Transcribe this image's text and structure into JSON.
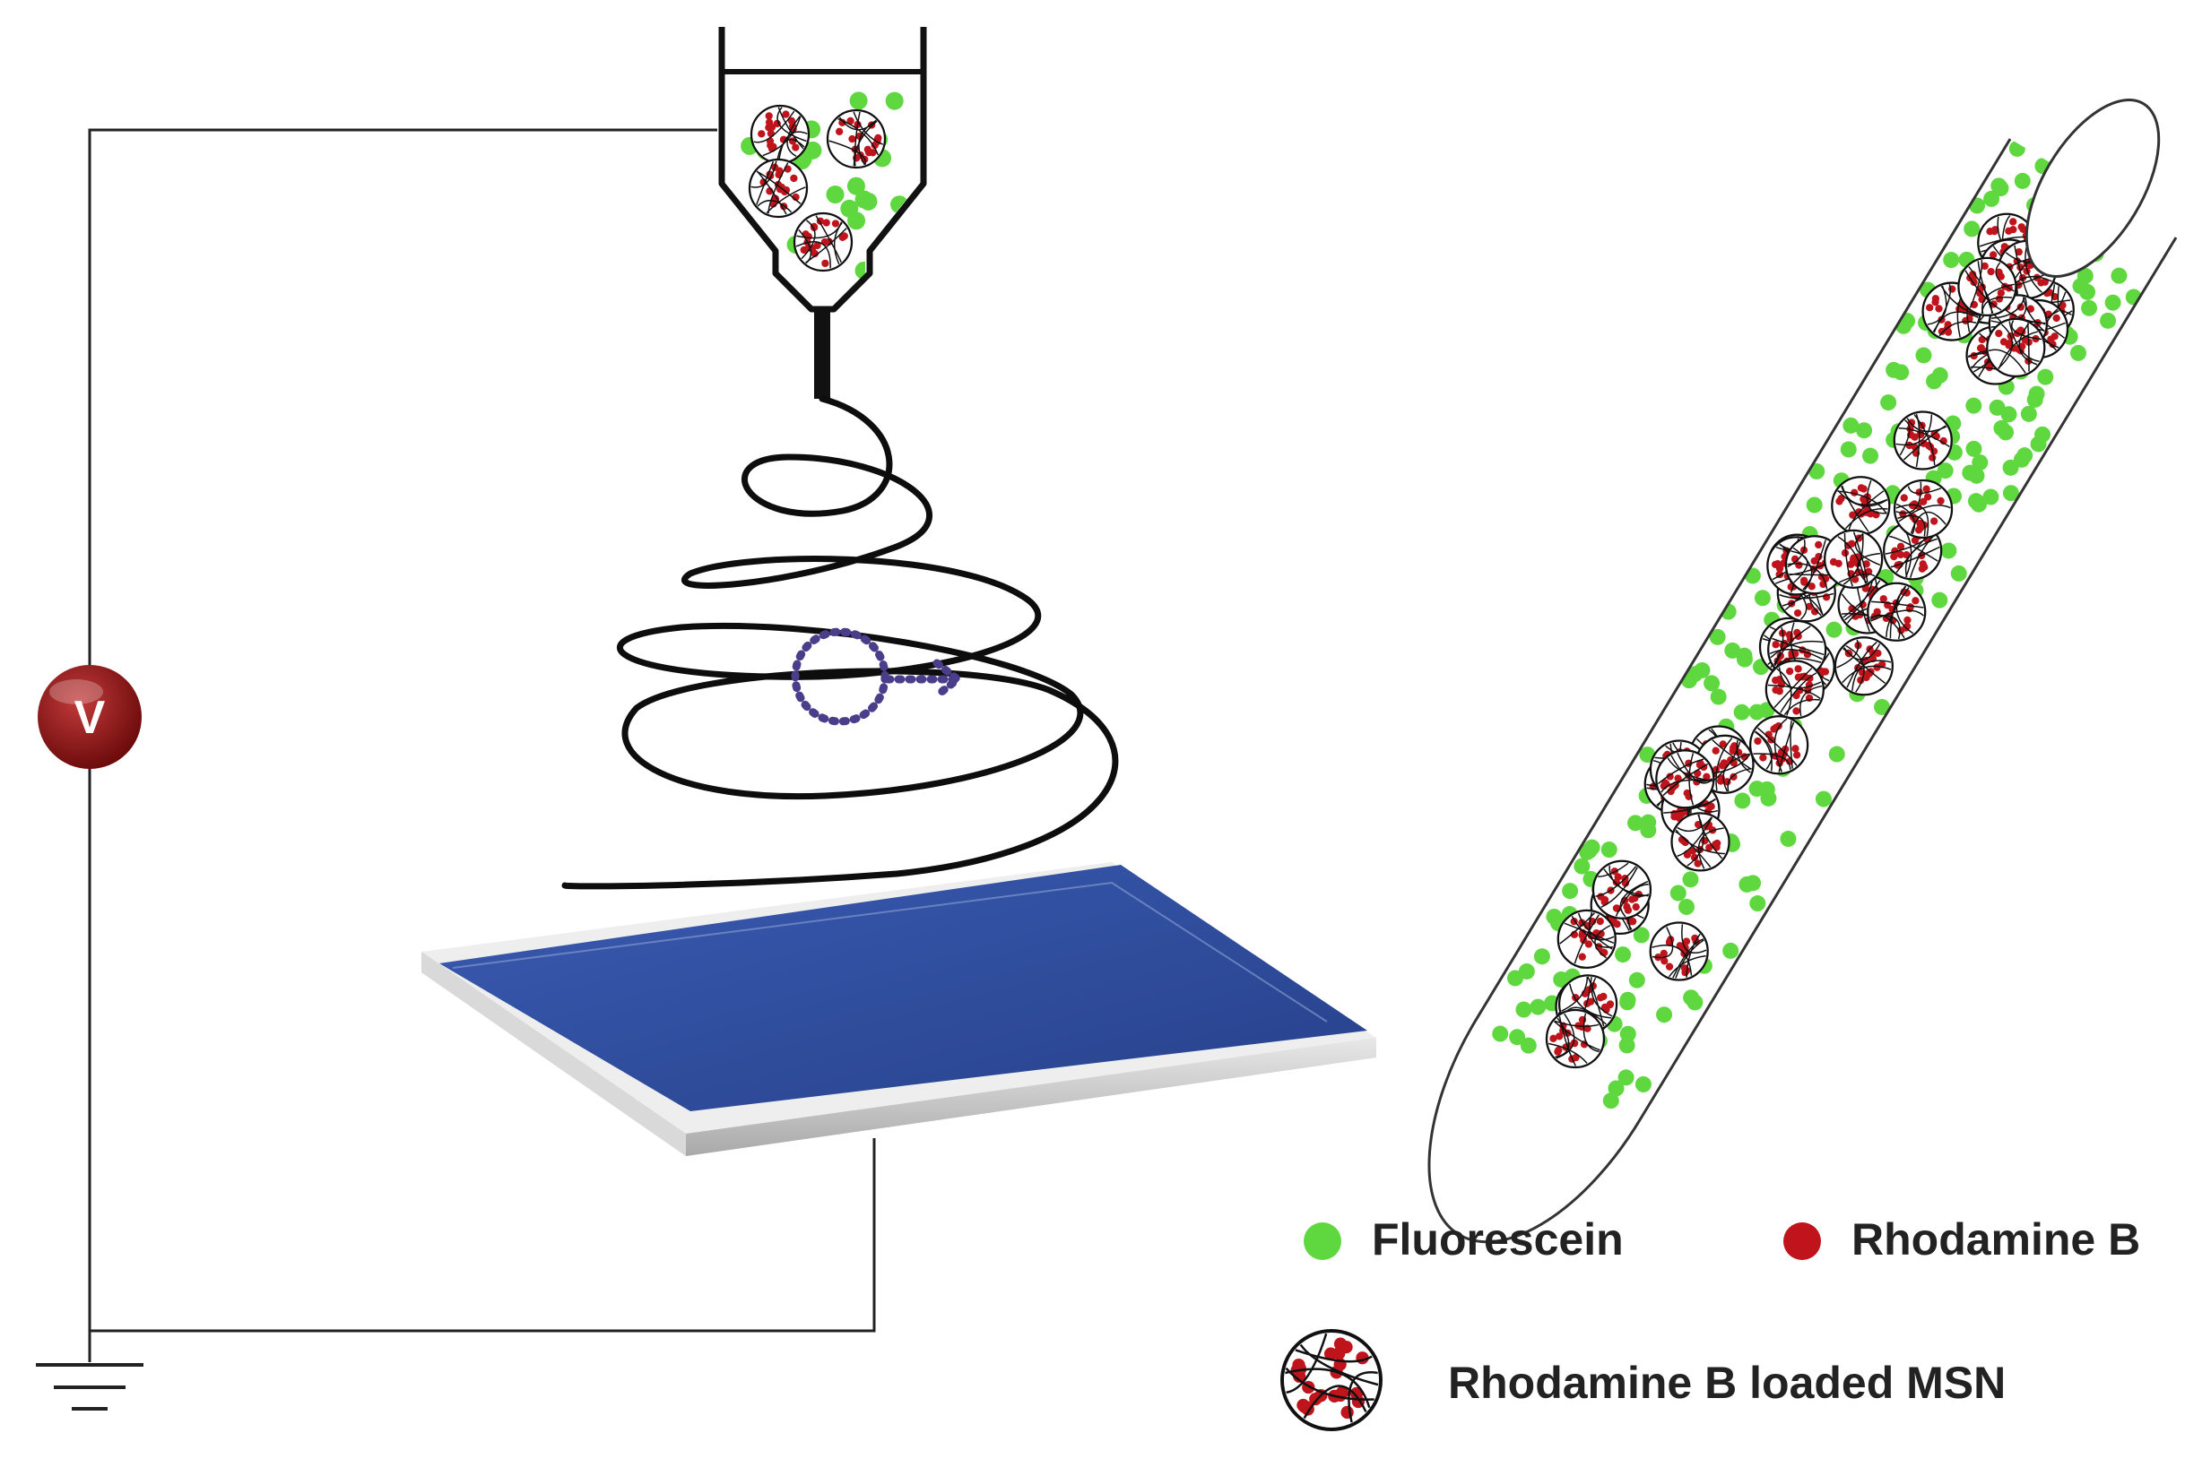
{
  "diagram": {
    "voltage_symbol": "V",
    "legend": {
      "fluorescein": "Fluorescein",
      "rhodamine": "Rhodamine B",
      "msn": "Rhodamine B  loaded MSN"
    }
  },
  "colors": {
    "fluorescein": "#5fd83f",
    "rhodamine": "#c0141c",
    "voltmeter": "#8a1414",
    "collector_plate": "#2e4a99",
    "wire": "#222222",
    "jet": "#0d0d0d",
    "whipping_indicator": "#4a3d8a"
  }
}
